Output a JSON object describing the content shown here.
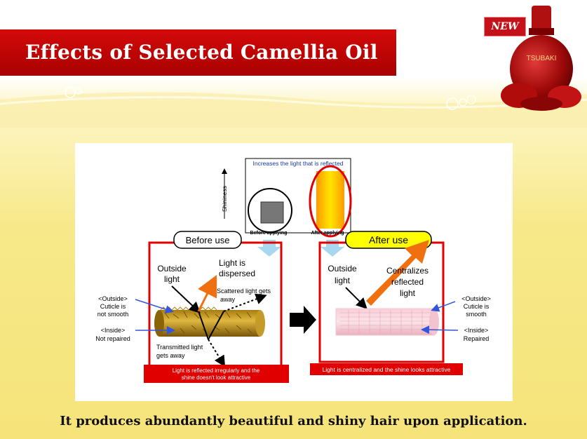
{
  "header": {
    "title": "Effects of Selected Camellia Oil",
    "badge": "NEW",
    "bottle_label": "TSUBAKI"
  },
  "diagram": {
    "inset_title": "Increases the light that is reflected",
    "axis_label": "Shininess",
    "before_applying": "Before applying",
    "after_applying": "After applying",
    "before": {
      "label": "Before use",
      "outside_light": [
        "Outside",
        "light"
      ],
      "dispersed": [
        "Light is",
        "dispersed"
      ],
      "scattered": [
        "Scattered light gets",
        "away"
      ],
      "transmitted": [
        "Transmitted light",
        "gets away"
      ],
      "outside_desc": [
        "<Outside>",
        "Cuticle is",
        "not smooth"
      ],
      "inside_desc": [
        "<Inside>",
        "Not repaired"
      ],
      "footer": [
        "Light is reflected irregularly and the",
        "shine doesn't look attractive"
      ]
    },
    "after": {
      "label": "After use",
      "outside_light": [
        "Outside",
        "light"
      ],
      "centralizes": [
        "Centralizes",
        "reflected",
        "light"
      ],
      "outside_desc": [
        "<Outside>",
        "Cuticle is",
        "smooth"
      ],
      "inside_desc": [
        "<Inside>",
        "Repaired"
      ],
      "footer": "Light is centralized and the shine looks attractive"
    }
  },
  "caption": "It produces abundantly beautiful and shiny hair upon application.",
  "colors": {
    "brand_red": "#c00000",
    "oil_yellow": "#f6e47a",
    "after_label_bg": "#ffff00"
  }
}
